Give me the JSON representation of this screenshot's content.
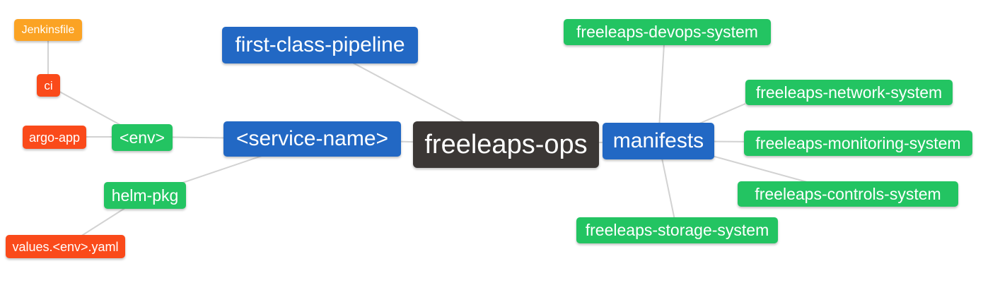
{
  "diagram": {
    "type": "mindmap",
    "palette": {
      "root": "#3b3735",
      "branch": "#2268c4",
      "leaf": "#23c462",
      "accent": "#fa4a1a",
      "amber": "#fba324",
      "edge": "#d2d2d2",
      "text": "#ffffff",
      "background": "#ffffff"
    },
    "nodes": [
      {
        "label": "freeleaps-ops",
        "role": "root",
        "parent": null
      },
      {
        "label": "first-class-pipeline",
        "role": "branch",
        "parent": "freeleaps-ops"
      },
      {
        "label": "<service-name>",
        "role": "branch",
        "parent": "freeleaps-ops"
      },
      {
        "label": "manifests",
        "role": "branch",
        "parent": "freeleaps-ops"
      },
      {
        "label": "<env>",
        "role": "leaf",
        "parent": "<service-name>"
      },
      {
        "label": "helm-pkg",
        "role": "leaf",
        "parent": "<service-name>"
      },
      {
        "label": "ci",
        "role": "accent",
        "parent": "<env>"
      },
      {
        "label": "argo-app",
        "role": "accent",
        "parent": "<env>"
      },
      {
        "label": "Jenkinsfile",
        "role": "amber",
        "parent": "ci"
      },
      {
        "label": "values.<env>.yaml",
        "role": "accent",
        "parent": "helm-pkg"
      },
      {
        "label": "freeleaps-devops-system",
        "role": "leaf",
        "parent": "manifests"
      },
      {
        "label": "freeleaps-network-system",
        "role": "leaf",
        "parent": "manifests"
      },
      {
        "label": "freeleaps-monitoring-system",
        "role": "leaf",
        "parent": "manifests"
      },
      {
        "label": "freeleaps-controls-system",
        "role": "leaf",
        "parent": "manifests"
      },
      {
        "label": "freeleaps-storage-system",
        "role": "leaf",
        "parent": "manifests"
      }
    ]
  }
}
